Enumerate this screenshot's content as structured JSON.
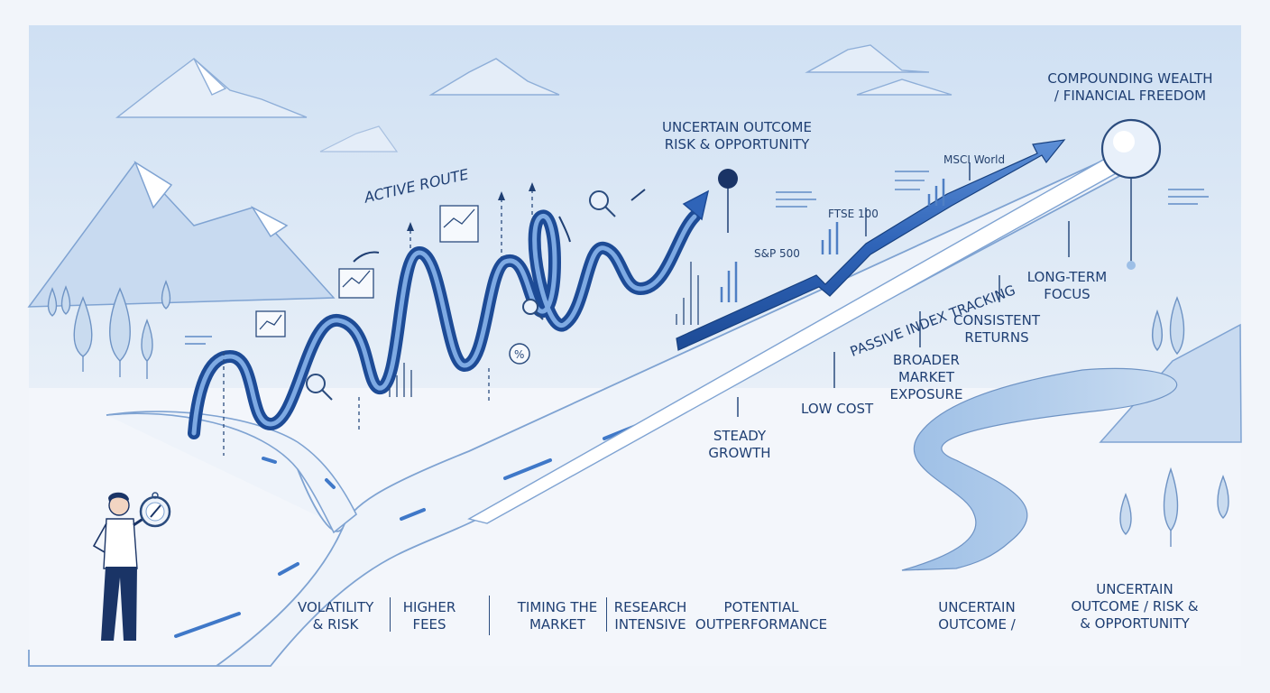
{
  "labels": {
    "active_route": "ACTIVE ROUTE",
    "uncertain_top_line1": "UNCERTAIN OUTCOME",
    "uncertain_top_line2": "RISK & OPPORTUNITY",
    "goal_line1": "COMPOUNDING WEALTH",
    "goal_line2": "/ FINANCIAL FREEDOM",
    "passive": "PASSIVE INDEX TRACKING",
    "index_sp500": "S&P 500",
    "index_ftse100": "FTSE 100",
    "index_msci": "MSCI World",
    "long_term_line1": "LONG-TERM",
    "long_term_line2": "FOCUS",
    "consistent_line1": "CONSISTENT",
    "consistent_line2": "RETURNS",
    "broader_line1": "BROADER",
    "broader_line2": "MARKET",
    "broader_line3": "EXPOSURE",
    "low_cost": "LOW COST",
    "steady_line1": "STEADY",
    "steady_line2": "GROWTH"
  },
  "bottom": {
    "volatility_line1": "VOLATILITY",
    "volatility_line2": "& RISK",
    "fees_line1": "HIGHER",
    "fees_line2": "FEES",
    "timing_line1": "TIMING THE",
    "timing_line2": "MARKET",
    "research_line1": "RESEARCH",
    "research_line2": "INTENSIVE",
    "potential_line1": "POTENTIAL",
    "potential_line2": "OUTPERFORMANCE",
    "uncertain_line1": "UNCERTAIN",
    "uncertain_line2": "OUTCOME /",
    "corner_title": "UNCERTAIN",
    "corner_line2": "OUTCOME / RISK &",
    "corner_line3": "& OPPORTUNITY"
  },
  "colors": {
    "accent": "#2f6fc4",
    "dark_blue": "#1a3466",
    "road": "#eef3fa",
    "sky": "#dde8f5"
  }
}
